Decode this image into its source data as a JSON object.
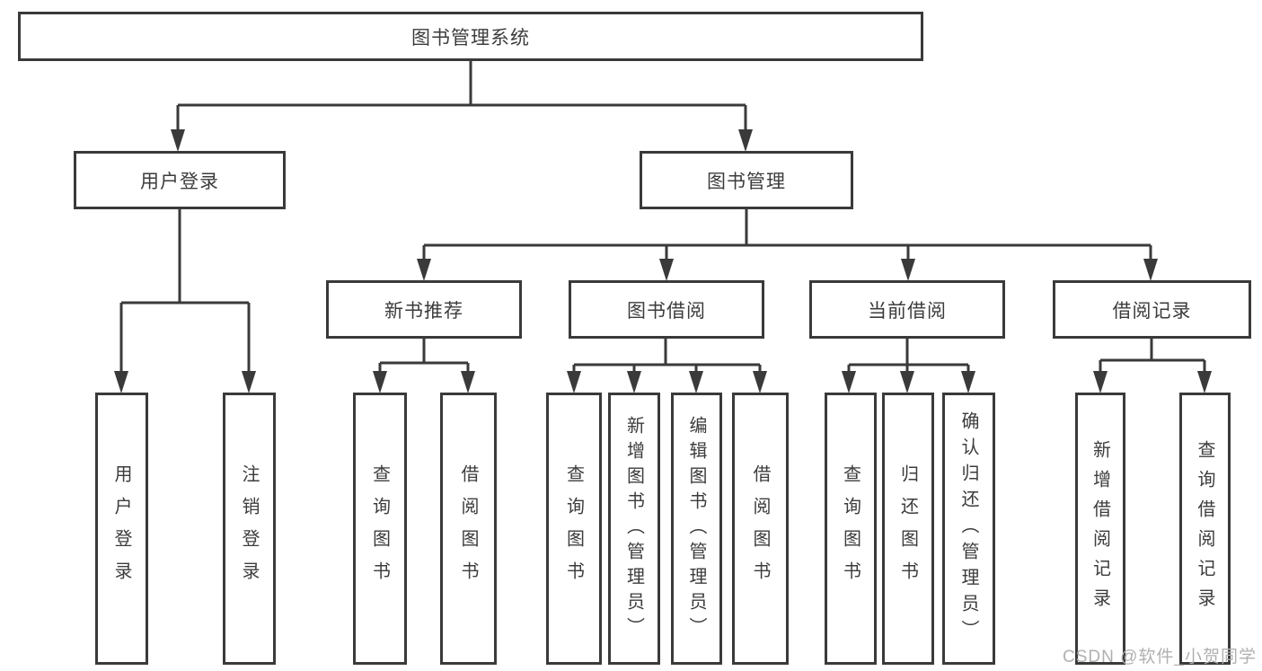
{
  "tree": {
    "label": "图书管理系统",
    "children": [
      {
        "label": "用户登录",
        "children": [
          {
            "label": "用户登录"
          },
          {
            "label": "注销登录"
          }
        ]
      },
      {
        "label": "图书管理",
        "children": [
          {
            "label": "新书推荐",
            "children": [
              {
                "label": "查询图书"
              },
              {
                "label": "借阅图书"
              }
            ]
          },
          {
            "label": "图书借阅",
            "children": [
              {
                "label": "查询图书"
              },
              {
                "label": "新增图书（管理员）"
              },
              {
                "label": "编辑图书（管理员）"
              },
              {
                "label": "借阅图书"
              }
            ]
          },
          {
            "label": "当前借阅",
            "children": [
              {
                "label": "查询图书"
              },
              {
                "label": "归还图书"
              },
              {
                "label": "确认归还（管理员）"
              }
            ]
          },
          {
            "label": "借阅记录",
            "children": [
              {
                "label": "新增借阅记录"
              },
              {
                "label": "查询借阅记录"
              }
            ]
          }
        ]
      }
    ]
  },
  "watermark": "CSDN @软件_小贺同学",
  "colors": {
    "line": "#3a3a3a",
    "box_border": "#3a3a3a",
    "text": "#3c3c3c",
    "box_background": "#ffffff",
    "page_background": "#ffffff",
    "watermark": "#b0b0b0"
  }
}
